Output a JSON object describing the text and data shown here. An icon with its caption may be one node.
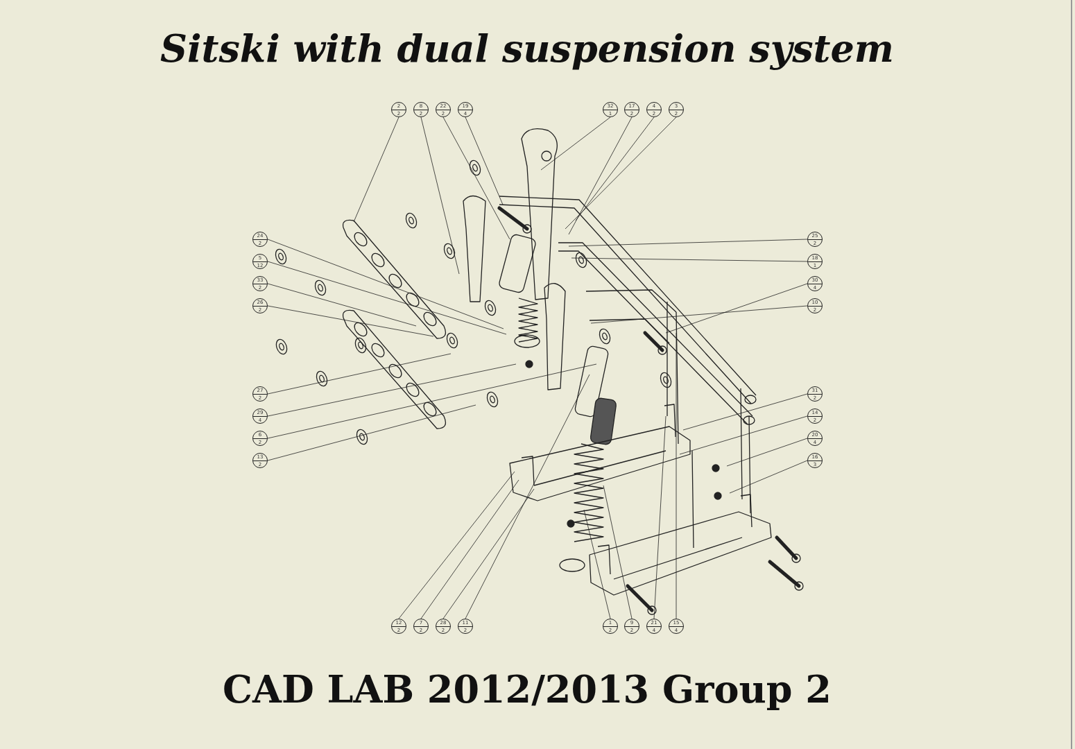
{
  "diagram": {
    "title": "Sitski with dual suspension system",
    "caption": "CAD LAB 2012/2013 Group 2",
    "nodes": [
      {
        "text": [
          "2",
          "2"
        ]
      },
      {
        "text": [
          "8",
          "2"
        ]
      },
      {
        "text": [
          "22",
          "2"
        ]
      },
      {
        "text": [
          "19",
          "4"
        ]
      },
      {
        "text": [
          "32",
          "1"
        ]
      },
      {
        "text": [
          "17",
          "2"
        ]
      },
      {
        "text": [
          "4",
          "2"
        ]
      },
      {
        "text": [
          "3",
          "2"
        ]
      },
      {
        "text": [
          "24",
          "2"
        ]
      },
      {
        "text": [
          "5",
          "12"
        ]
      },
      {
        "text": [
          "33",
          "2"
        ]
      },
      {
        "text": [
          "26",
          "2"
        ]
      },
      {
        "text": [
          "27",
          "2"
        ]
      },
      {
        "text": [
          "29",
          "4"
        ]
      },
      {
        "text": [
          "6",
          "2"
        ]
      },
      {
        "text": [
          "13",
          "2"
        ]
      },
      {
        "text": [
          "25",
          "2"
        ]
      },
      {
        "text": [
          "18",
          "1"
        ]
      },
      {
        "text": [
          "30",
          "4"
        ]
      },
      {
        "text": [
          "10",
          "2"
        ]
      },
      {
        "text": [
          "31",
          "2"
        ]
      },
      {
        "text": [
          "14",
          "2"
        ]
      },
      {
        "text": [
          "20",
          "4"
        ]
      },
      {
        "text": [
          "16",
          "3"
        ]
      },
      {
        "text": [
          "12",
          "2"
        ]
      },
      {
        "text": [
          "7",
          "2"
        ]
      },
      {
        "text": [
          "28",
          "2"
        ]
      },
      {
        "text": [
          "11",
          "2"
        ]
      },
      {
        "text": [
          "1",
          "2"
        ]
      },
      {
        "text": [
          "9",
          "2"
        ]
      },
      {
        "text": [
          "21",
          "4"
        ]
      },
      {
        "text": [
          "15",
          "4"
        ]
      }
    ],
    "edges": [
      {
        "from": 0,
        "to": null,
        "arrow": "none"
      },
      {
        "from": 1,
        "to": null,
        "arrow": "none"
      },
      {
        "from": 2,
        "to": null,
        "arrow": "none"
      },
      {
        "from": 3,
        "to": null,
        "arrow": "none"
      },
      {
        "from": 4,
        "to": null,
        "arrow": "none"
      },
      {
        "from": 5,
        "to": null,
        "arrow": "none"
      },
      {
        "from": 6,
        "to": null,
        "arrow": "none"
      },
      {
        "from": 7,
        "to": null,
        "arrow": "none"
      },
      {
        "from": 8,
        "to": null,
        "arrow": "none"
      },
      {
        "from": 9,
        "to": null,
        "arrow": "none"
      },
      {
        "from": 10,
        "to": null,
        "arrow": "none"
      },
      {
        "from": 11,
        "to": null,
        "arrow": "none"
      },
      {
        "from": 12,
        "to": null,
        "arrow": "none"
      },
      {
        "from": 13,
        "to": null,
        "arrow": "none"
      },
      {
        "from": 14,
        "to": null,
        "arrow": "none"
      },
      {
        "from": 15,
        "to": null,
        "arrow": "none"
      },
      {
        "from": 16,
        "to": null,
        "arrow": "none"
      },
      {
        "from": 17,
        "to": null,
        "arrow": "none"
      },
      {
        "from": 18,
        "to": null,
        "arrow": "none"
      },
      {
        "from": 19,
        "to": null,
        "arrow": "none"
      },
      {
        "from": 20,
        "to": null,
        "arrow": "none"
      },
      {
        "from": 21,
        "to": null,
        "arrow": "none"
      },
      {
        "from": 22,
        "to": null,
        "arrow": "none"
      },
      {
        "from": 23,
        "to": null,
        "arrow": "none"
      },
      {
        "from": 24,
        "to": null,
        "arrow": "none"
      },
      {
        "from": 25,
        "to": null,
        "arrow": "none"
      },
      {
        "from": 26,
        "to": null,
        "arrow": "none"
      },
      {
        "from": 27,
        "to": null,
        "arrow": "none"
      },
      {
        "from": 28,
        "to": null,
        "arrow": "none"
      },
      {
        "from": 29,
        "to": null,
        "arrow": "none"
      },
      {
        "from": 30,
        "to": null,
        "arrow": "none"
      },
      {
        "from": 31,
        "to": null,
        "arrow": "none"
      }
    ]
  }
}
